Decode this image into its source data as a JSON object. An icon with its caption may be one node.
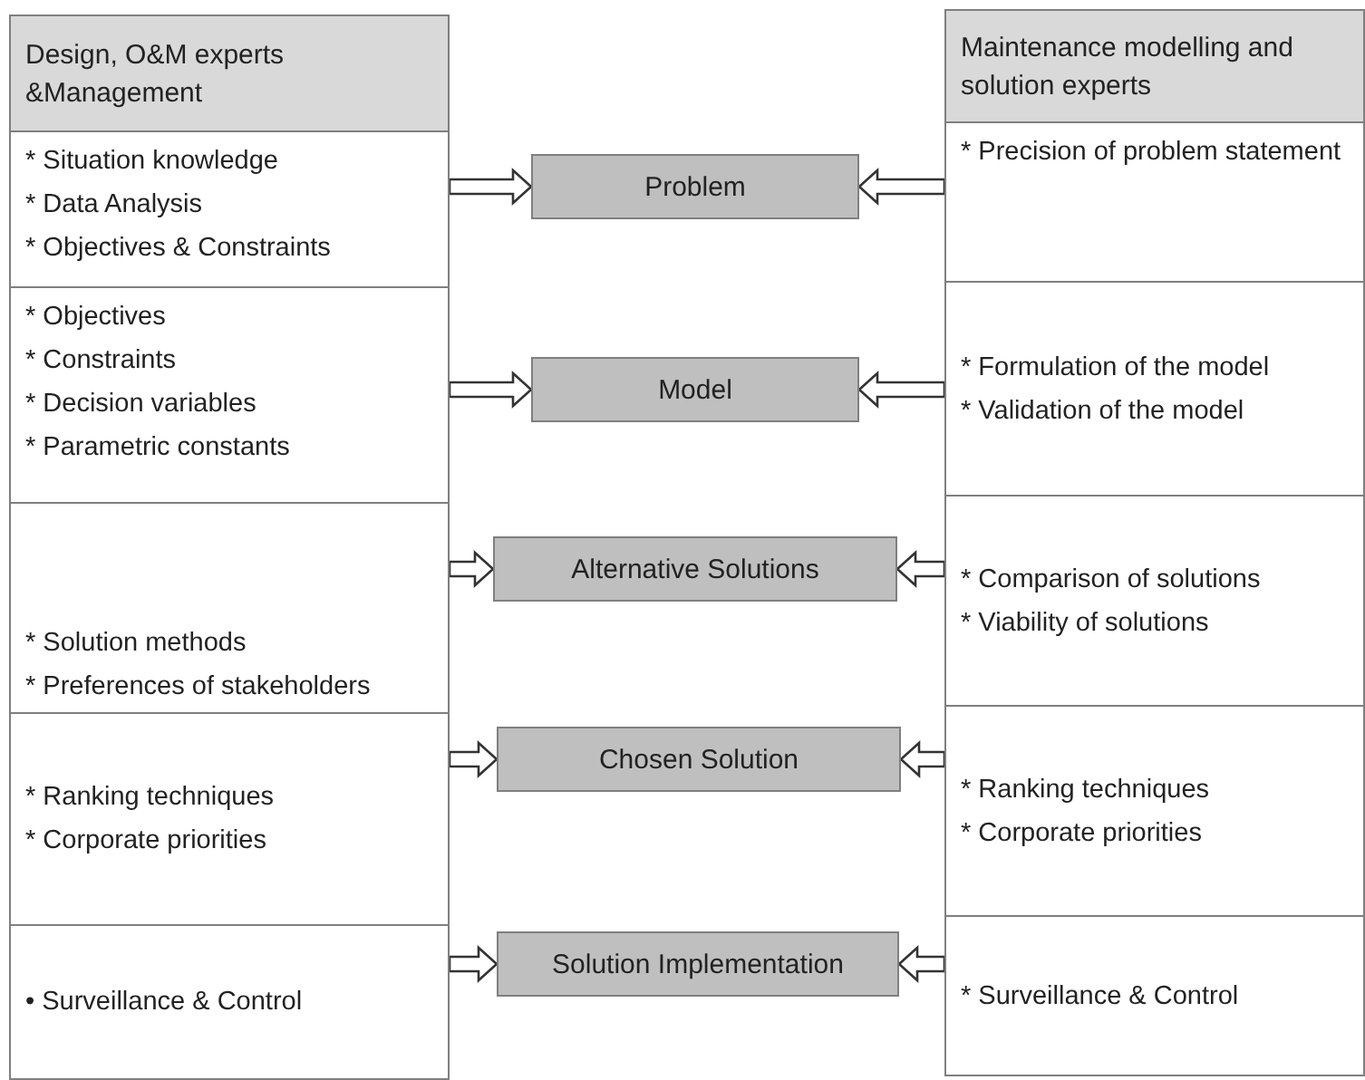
{
  "diagram": {
    "nodes": [
      {
        "text": [
          "Design, O&M experts &Management"
        ]
      },
      {
        "text": [
          "Maintenance modelling and solution experts"
        ]
      },
      {
        "text": [
          "* Situation knowledge",
          "* Data Analysis",
          "* Objectives & Constraints"
        ]
      },
      {
        "text": [
          "Problem"
        ]
      },
      {
        "text": [
          "* Precision of problem statement"
        ]
      },
      {
        "text": [
          "* Objectives",
          "* Constraints",
          "* Decision variables",
          "* Parametric constants"
        ]
      },
      {
        "text": [
          "Model"
        ]
      },
      {
        "text": [
          "* Formulation of the model",
          "* Validation of the model"
        ]
      },
      {
        "text": [
          "* Solution methods",
          "* Preferences of stakeholders"
        ]
      },
      {
        "text": [
          "Alternative Solutions"
        ]
      },
      {
        "text": [
          "* Comparison of solutions",
          "* Viability of solutions"
        ]
      },
      {
        "text": [
          "* Ranking techniques",
          "* Corporate priorities"
        ]
      },
      {
        "text": [
          "Chosen Solution"
        ]
      },
      {
        "text": [
          "* Ranking techniques",
          "* Corporate priorities"
        ]
      },
      {
        "text": [
          "•   Surveillance & Control"
        ]
      },
      {
        "text": [
          "Solution Implementation"
        ]
      },
      {
        "text": [
          "* Surveillance & Control"
        ]
      }
    ],
    "edges": [
      {
        "from": 2,
        "to": 3,
        "arrow": "to"
      },
      {
        "from": 4,
        "to": 3,
        "arrow": "to"
      },
      {
        "from": 5,
        "to": 6,
        "arrow": "to"
      },
      {
        "from": 7,
        "to": 6,
        "arrow": "to"
      },
      {
        "from": 8,
        "to": 9,
        "arrow": "to"
      },
      {
        "from": 10,
        "to": 9,
        "arrow": "to"
      },
      {
        "from": 11,
        "to": 12,
        "arrow": "to"
      },
      {
        "from": 13,
        "to": 12,
        "arrow": "to"
      },
      {
        "from": 14,
        "to": 15,
        "arrow": "to"
      },
      {
        "from": 16,
        "to": 15,
        "arrow": "to"
      }
    ]
  }
}
